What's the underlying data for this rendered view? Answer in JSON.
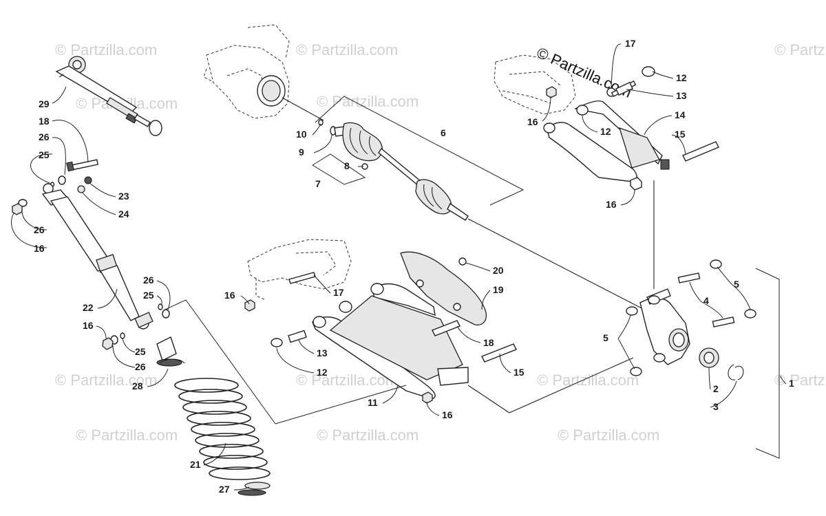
{
  "watermark": {
    "text": "© Partzilla.com",
    "brand": "© Partzilla.com"
  },
  "callouts": [
    "1",
    "2",
    "3",
    "4",
    "5",
    "6",
    "7",
    "8",
    "9",
    "10",
    "11",
    "12",
    "13",
    "14",
    "15",
    "16",
    "17",
    "18",
    "19",
    "20",
    "21",
    "22",
    "23",
    "24",
    "25",
    "26",
    "27",
    "28",
    "29"
  ],
  "parts": {
    "upper_shock": "29",
    "shock_absorber": "22",
    "spring": "21",
    "drive_axle": "6",
    "upper_a_arm": "14",
    "lower_a_arm": "11",
    "skid_plate": "19",
    "spindle": "1",
    "bearing": "2",
    "snap_ring": "3"
  }
}
